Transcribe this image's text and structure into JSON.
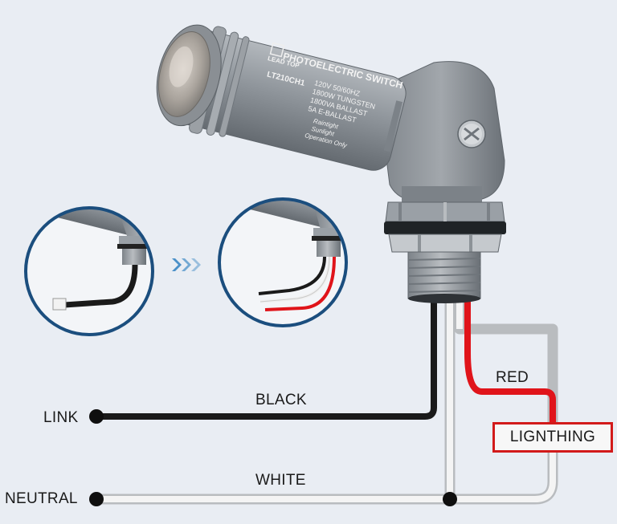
{
  "product": {
    "brand": "LEAD TOP",
    "title": "PHOTOELECTRIC SWITCH",
    "model": "LT210CH1",
    "spec_lines": [
      "120V 50/60HZ",
      "1800W TUNGSTEN",
      "1800VA BALLAST",
      "5A E-BALLAST"
    ],
    "notes": [
      "Raintight",
      "Sunlight",
      "Operation Only"
    ]
  },
  "wiring": {
    "terminals": {
      "link": "LINK",
      "neutral": "NEUTRAL"
    },
    "wires": {
      "black": "BLACK",
      "white": "WHITE",
      "red": "RED"
    },
    "load": "LIGNTHING"
  },
  "colors": {
    "black_wire": "#1a1a1a",
    "white_wire": "#f4f4f4",
    "red_wire": "#e0141a",
    "circle_border": "#1b4e7e",
    "arrow": "#4a90c8",
    "body": "#8d9298"
  }
}
